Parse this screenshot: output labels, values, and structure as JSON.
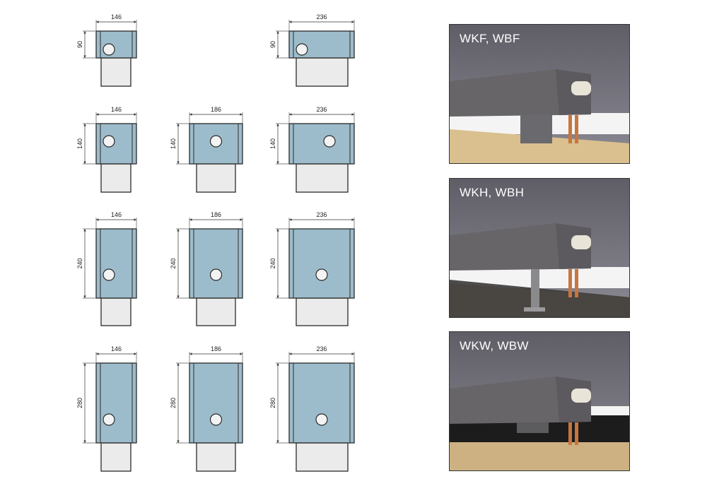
{
  "diagrams": [
    {
      "width": "146",
      "height": "90",
      "col": 0,
      "row": 0,
      "pipe": "left"
    },
    {
      "width": "236",
      "height": "90",
      "col": 2,
      "row": 0,
      "pipe": "left"
    },
    {
      "width": "146",
      "height": "140",
      "col": 0,
      "row": 1,
      "pipe": "center"
    },
    {
      "width": "186",
      "height": "140",
      "col": 1,
      "row": 1,
      "pipe": "center"
    },
    {
      "width": "236",
      "height": "140",
      "col": 2,
      "row": 1,
      "pipe": "right"
    },
    {
      "width": "146",
      "height": "240",
      "col": 0,
      "row": 2,
      "pipe": "center"
    },
    {
      "width": "186",
      "height": "240",
      "col": 1,
      "row": 2,
      "pipe": "center"
    },
    {
      "width": "236",
      "height": "240",
      "col": 2,
      "row": 2,
      "pipe": "center"
    },
    {
      "width": "146",
      "height": "280",
      "col": 0,
      "row": 3,
      "pipe": "center"
    },
    {
      "width": "186",
      "height": "280",
      "col": 1,
      "row": 3,
      "pipe": "center"
    },
    {
      "width": "236",
      "height": "280",
      "col": 2,
      "row": 3,
      "pipe": "center"
    }
  ],
  "colors": {
    "box": "#9dbccb",
    "stem": "#ebebeb",
    "outline": "#2a2a2a"
  },
  "panels": [
    {
      "label": "WKF, WBF",
      "type": "floor"
    },
    {
      "label": "WKH, WBH",
      "type": "stand"
    },
    {
      "label": "WKW, WBW",
      "type": "wall"
    }
  ]
}
